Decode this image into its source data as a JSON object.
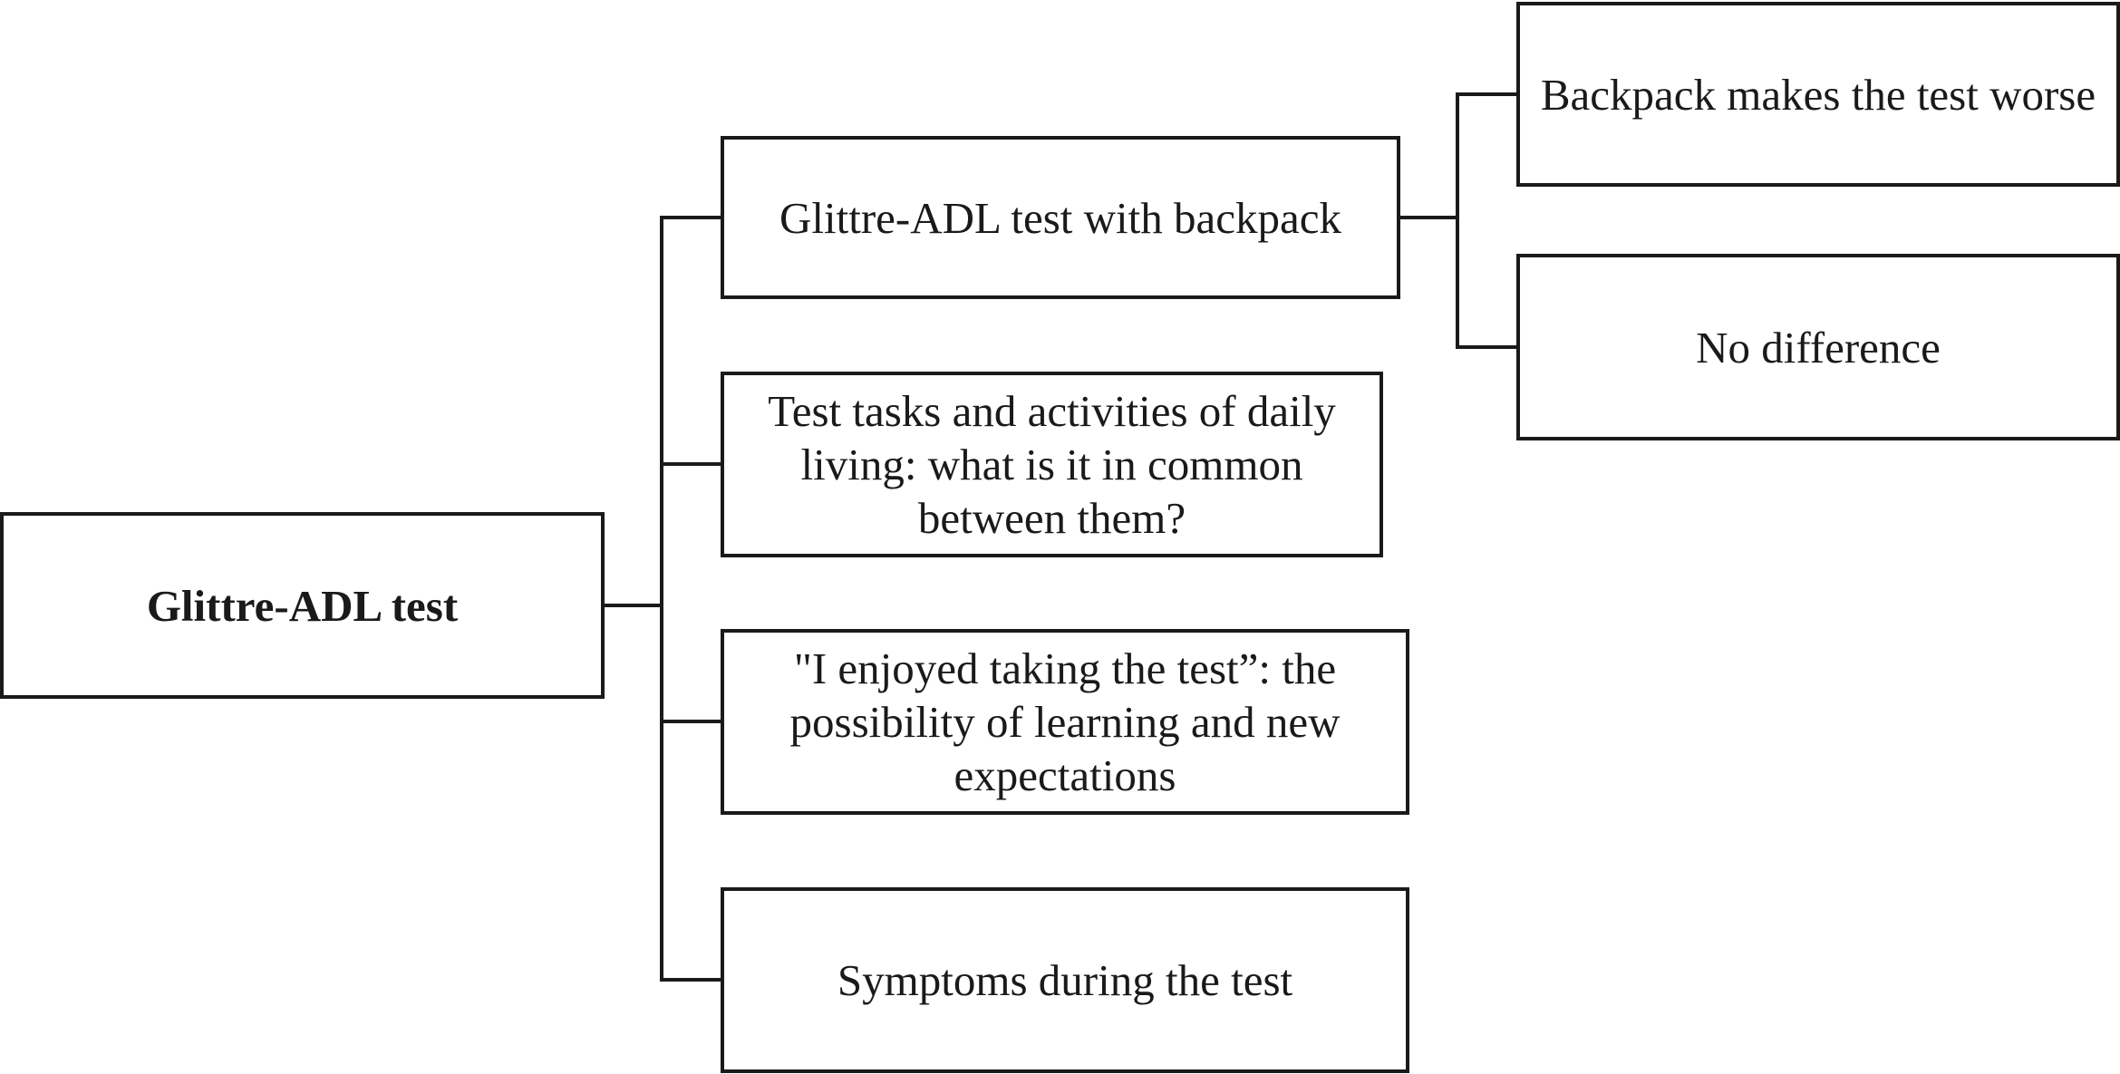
{
  "diagram": {
    "root": {
      "label": "Glittre-ADL test"
    },
    "children": [
      {
        "label": "Glittre-ADL test with backpack",
        "children": [
          {
            "label": "Backpack makes the test worse"
          },
          {
            "label": "No difference"
          }
        ]
      },
      {
        "label": "Test tasks and activities of daily living: what is it in common between them?"
      },
      {
        "label": "\"I enjoyed taking the test”: the possibility of learning and new expectations"
      },
      {
        "label": "Symptoms during the test"
      }
    ]
  },
  "colors": {
    "stroke": "#1a1a1a",
    "background": "#ffffff"
  }
}
